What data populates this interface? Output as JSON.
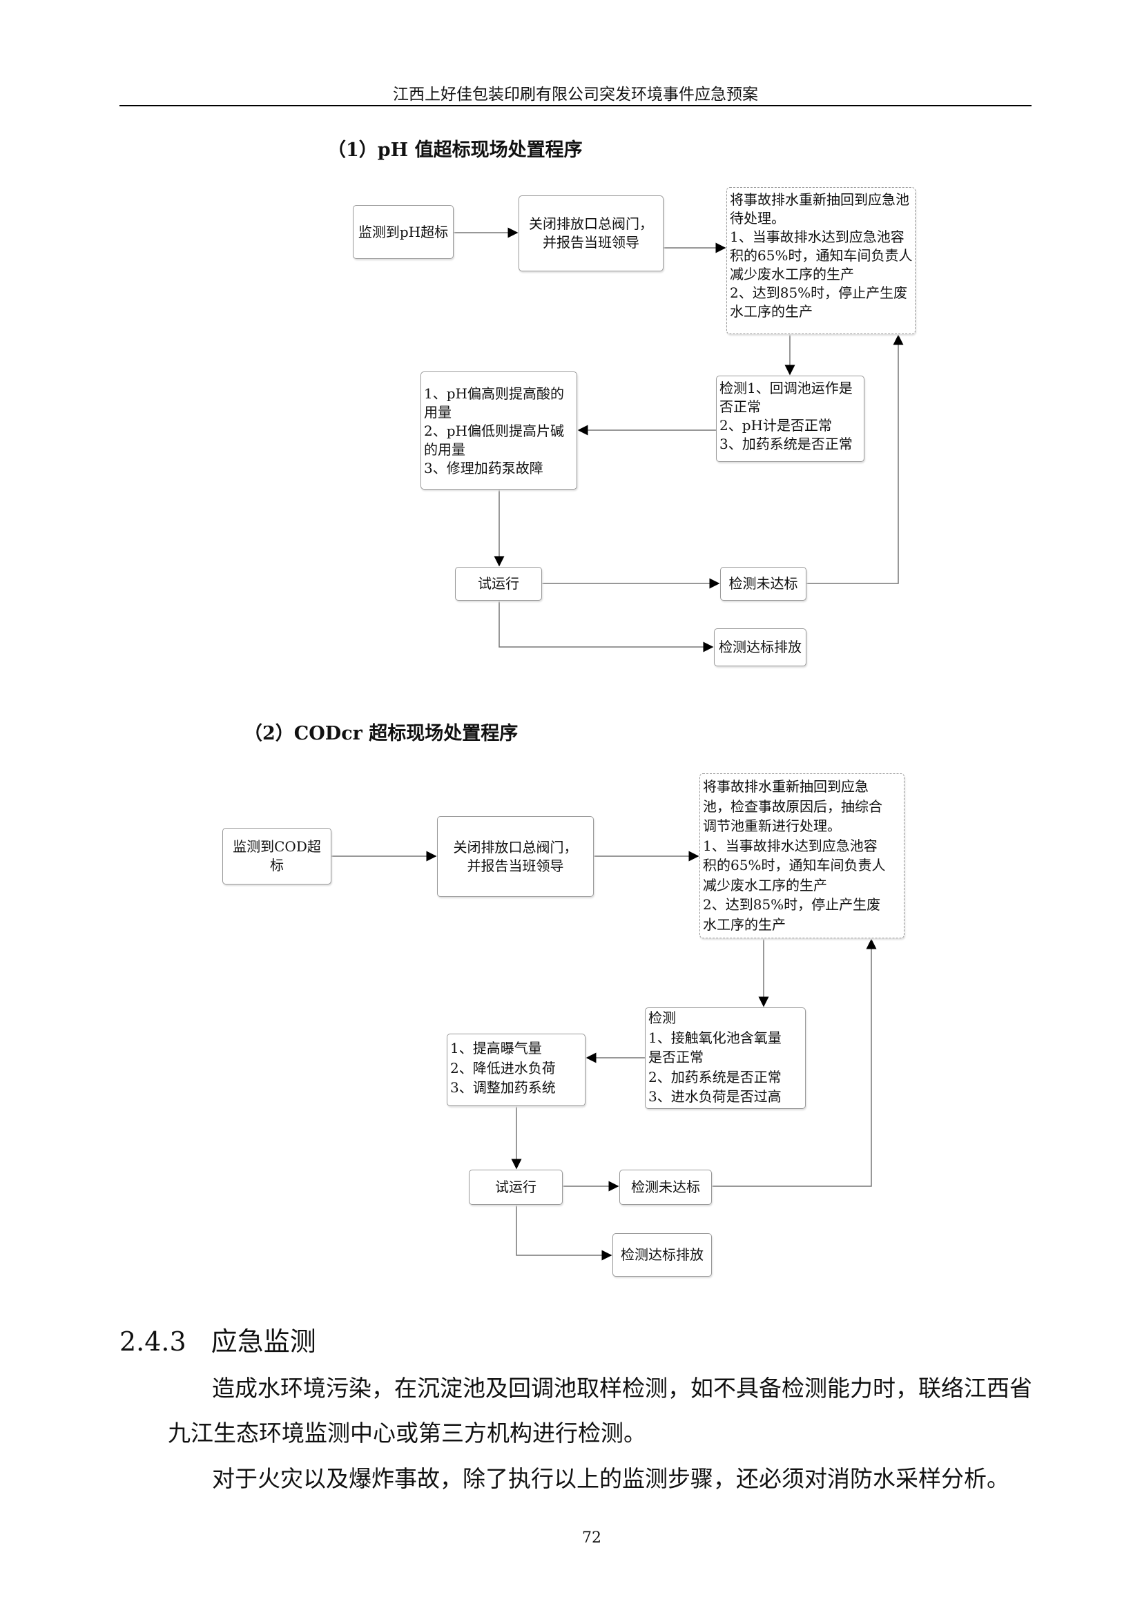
{
  "header": {
    "title": "江西上好佳包装印刷有限公司突发环境事件应急预案"
  },
  "flow1": {
    "title": "（1）pH 值超标现场处置程序",
    "detect": "监测到pH超标",
    "close": [
      "关闭排放口总阀门，",
      "并报告当班领导"
    ],
    "pump": [
      "将事故排水重新抽回到应急池",
      "待处理。",
      "1、当事故排水达到应急池容",
      "积的65%时，通知车间负责人",
      "减少废水工序的生产",
      "2、达到85%时，停止产生废",
      "水工序的生产"
    ],
    "check": [
      "检测1、回调池运作是",
      "否正常",
      "2、pH计是否正常",
      "3、加药系统是否正常"
    ],
    "fix": [
      "1、pH偏高则提高酸的",
      "用量",
      "2、pH偏低则提高片碱",
      "的用量",
      "3、修理加药泵故障"
    ],
    "trial": "试运行",
    "fail": "检测未达标",
    "pass": "检测达标排放"
  },
  "flow2": {
    "title": "（2）CODcr 超标现场处置程序",
    "detect": [
      "监测到COD超",
      "标"
    ],
    "close": [
      "关闭排放口总阀门，",
      "并报告当班领导"
    ],
    "pump": [
      "将事故排水重新抽回到应急",
      "池，检查事故原因后，抽综合",
      "调节池重新进行处理。",
      "1、当事故排水达到应急池容",
      "积的65%时，通知车间负责人",
      "减少废水工序的生产",
      "2、达到85%时，停止产生废",
      "水工序的生产"
    ],
    "check": [
      "检测",
      "1、接触氧化池含氧量",
      "是否正常",
      "2、加药系统是否正常",
      "3、进水负荷是否过高"
    ],
    "fix": [
      "1、提高曝气量",
      "2、降低进水负荷",
      "3、调整加药系统"
    ],
    "trial": "试运行",
    "fail": "检测未达标",
    "pass": "检测达标排放"
  },
  "section": {
    "number": "2.4.3",
    "title": "应急监测",
    "paragraphs": [
      "造成水环境污染，在沉淀池及回调池取样检测，如不具备检测能力时，联络江西省",
      "九江生态环境监测中心或第三方机构进行检测。",
      "对于火灾以及爆炸事故，除了执行以上的监测步骤，还必须对消防水采样分析。"
    ]
  },
  "page_number": "72"
}
